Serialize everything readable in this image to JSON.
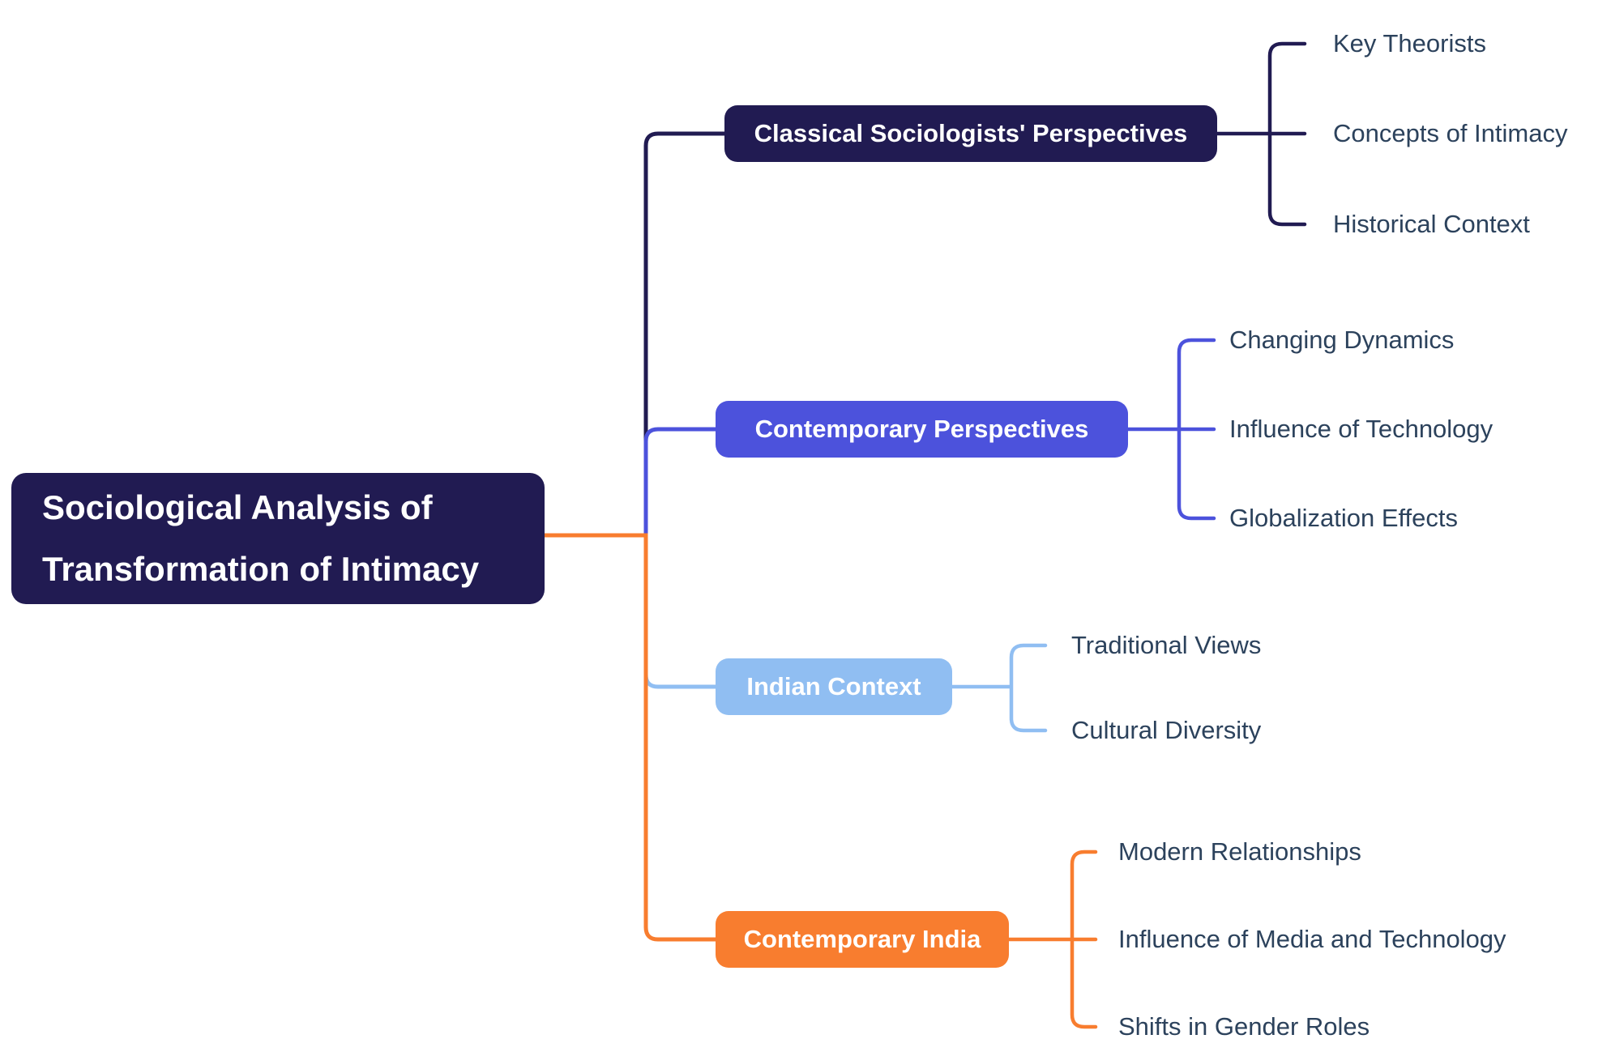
{
  "root": {
    "label": "Sociological Analysis of Transformation of Intimacy"
  },
  "branches": [
    {
      "label": "Classical Sociologists' Perspectives",
      "color": "#211B52",
      "children": [
        "Key Theorists",
        "Concepts of Intimacy",
        "Historical Context"
      ]
    },
    {
      "label": "Contemporary Perspectives",
      "color": "#4C52DC",
      "children": [
        "Changing Dynamics",
        "Influence of Technology",
        "Globalization Effects"
      ]
    },
    {
      "label": "Indian Context",
      "color": "#90BEF2",
      "children": [
        "Traditional Views",
        "Cultural Diversity"
      ]
    },
    {
      "label": "Contemporary India",
      "color": "#F87D2F",
      "children": [
        "Modern Relationships",
        "Influence of Media and Technology",
        "Shifts in Gender Roles"
      ]
    }
  ],
  "colors": {
    "background": "#FFFFFF",
    "root_fill": "#211B52",
    "node_text": "#FFFFFF",
    "child_text": "#2C425C"
  }
}
